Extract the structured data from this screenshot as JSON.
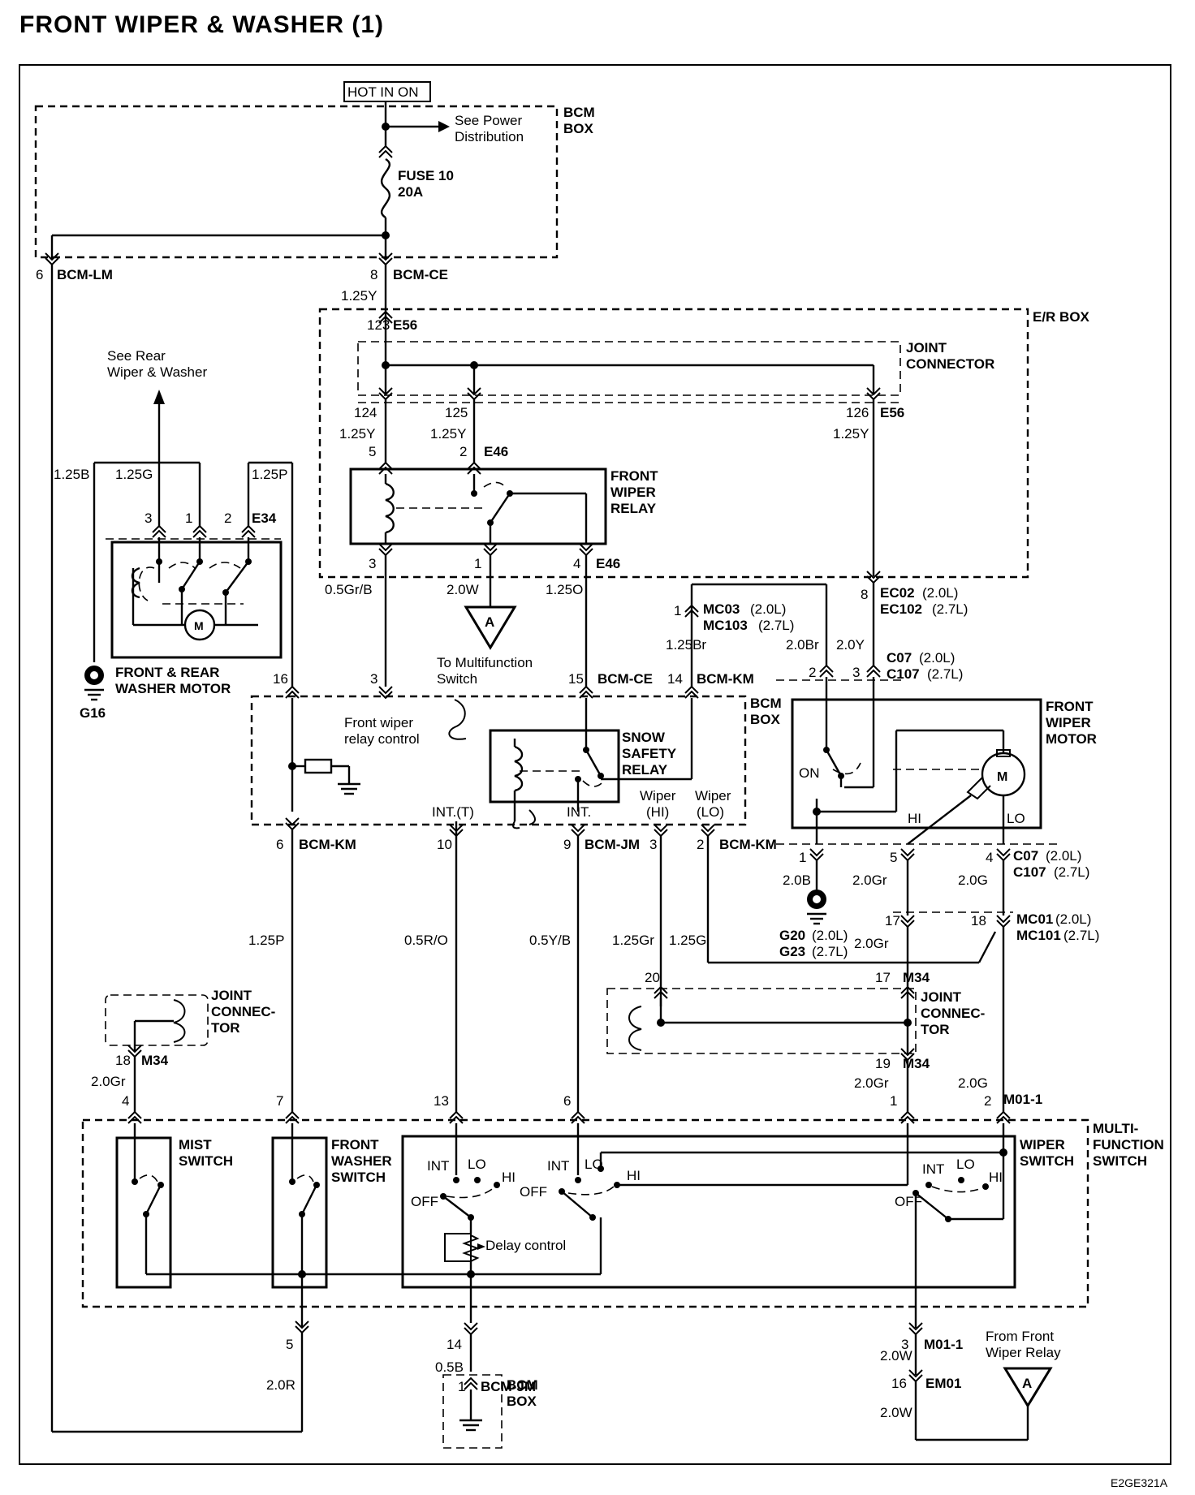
{
  "title": "FRONT WIPER & WASHER (1)",
  "code": "E2GE321A",
  "power": {
    "hot": "HOT IN ON",
    "see_power": "See Power",
    "distribution": "Distribution",
    "fuse": "FUSE 10",
    "fuse_amp": "20A",
    "bcm": "BCM",
    "box": "BOX"
  },
  "connectors": {
    "bcm_lm": "BCM-LM",
    "bcm_ce": "BCM-CE",
    "bcm_km": "BCM-KM",
    "bcm_jm": "BCM-JM",
    "e56": "E56",
    "e46": "E46",
    "e34": "E34",
    "m34": "M34",
    "m01_1": "M01-1",
    "em01": "EM01",
    "mc03": "MC03",
    "mc103": "MC103",
    "ec02": "EC02",
    "ec102": "EC102",
    "c07": "C07",
    "c107": "C107",
    "mc01": "MC01",
    "mc101": "MC101",
    "g16": "G16",
    "g20": "G20",
    "g23": "G23",
    "v20": "(2.0L)",
    "v27": "(2.7L)"
  },
  "pins": {
    "p1": "1",
    "p2": "2",
    "p3": "3",
    "p4": "4",
    "p5": "5",
    "p6": "6",
    "p7": "7",
    "p8": "8",
    "p9": "9",
    "p10": "10",
    "p13": "13",
    "p14": "14",
    "p15": "15",
    "p16": "16",
    "p17": "17",
    "p18": "18",
    "p19": "19",
    "p20": "20",
    "p123": "123",
    "p124": "124",
    "p125": "125",
    "p126": "126"
  },
  "wires": {
    "w125Y": "1.25Y",
    "w125B": "1.25B",
    "w125G": "1.25G",
    "w125P": "1.25P",
    "w05GrB": "0.5Gr/B",
    "w20W": "2.0W",
    "w125O": "1.25O",
    "w125Br": "1.25Br",
    "w20Br": "2.0Br",
    "w20Y": "2.0Y",
    "w20B": "2.0B",
    "w20Gr": "2.0Gr",
    "w20G": "2.0G",
    "w05RO": "0.5R/O",
    "w05YB": "0.5Y/B",
    "w125Gr": "1.25Gr",
    "w20R": "2.0R",
    "w05B": "0.5B"
  },
  "labels": {
    "er_box": "E/R BOX",
    "joint": "JOINT",
    "connector": "CONNECTOR",
    "connec": "CONNEC-",
    "tor": "TOR",
    "front": "FRONT",
    "wiper": "WIPER",
    "relay": "RELAY",
    "motor": "MOTOR",
    "see_rear": "See Rear",
    "rear_wiper_washer": "Wiper & Washer",
    "front_rear": "FRONT & REAR",
    "washer_motor": "WASHER MOTOR",
    "to_multifunction": "To Multifunction",
    "switch_word": "Switch",
    "front_wiper_relay_control_1": "Front wiper",
    "front_wiper_relay_control_2": "relay control",
    "snow": "SNOW",
    "safety": "SAFETY",
    "int_t": "INT.(T)",
    "int_dot": "INT.",
    "wiper_lc": "Wiper",
    "hi_paren": "(HI)",
    "lo_paren": "(LO)",
    "on": "ON",
    "hi": "HI",
    "lo": "LO",
    "int": "INT",
    "off": "OFF",
    "mist": "MIST",
    "switch_caps": "SWITCH",
    "washer": "WASHER",
    "multi": "MULTI-",
    "function": "FUNCTION",
    "delay_control": "Delay control",
    "from_front": "From Front",
    "wiper_relay": "Wiper Relay",
    "a": "A",
    "m": "M"
  }
}
